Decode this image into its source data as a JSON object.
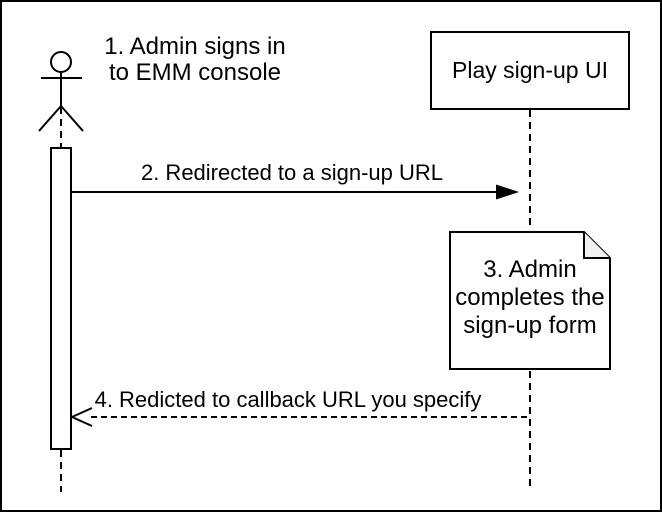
{
  "diagram_type": "sequence-diagram",
  "colors": {
    "stroke": "#000000",
    "background": "#ffffff",
    "note_fold_fill": "#f0f0f0"
  },
  "actor": {
    "label": "1. Admin signs in\nto EMM console"
  },
  "participant": {
    "label": "Play sign-up UI"
  },
  "messages": [
    {
      "label": "2. Redirected to a sign-up URL",
      "line_style": "solid",
      "arrowhead": "filled",
      "direction": "left-to-right"
    },
    {
      "label": "4. Redicted to callback URL you specify",
      "line_style": "dashed",
      "arrowhead": "open",
      "direction": "right-to-left"
    }
  ],
  "note": {
    "label": "3. Admin\ncompletes the\nsign-up form"
  }
}
